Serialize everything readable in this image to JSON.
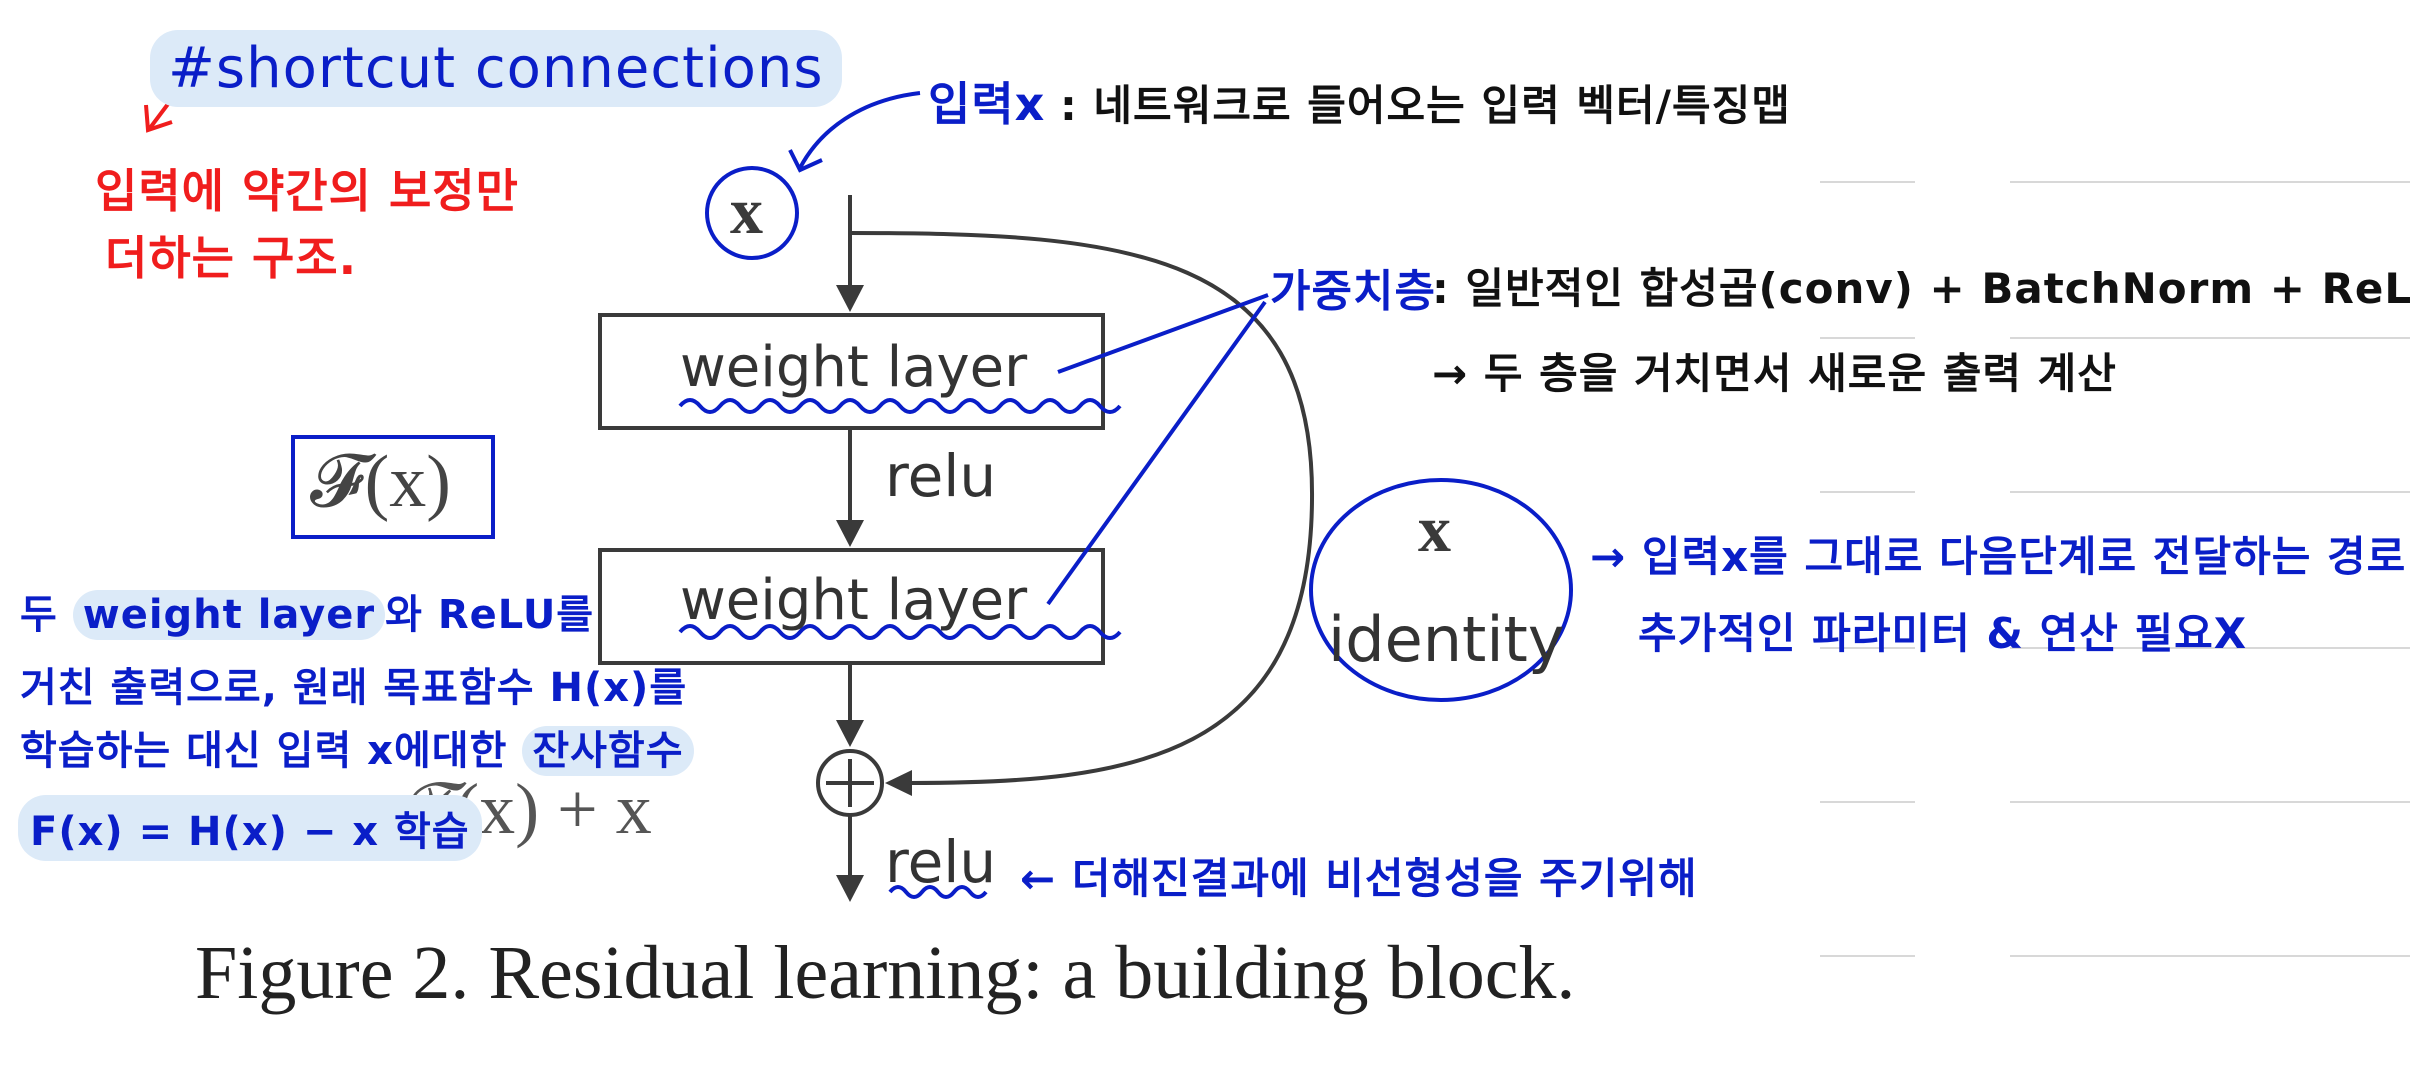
{
  "colors": {
    "annotation_blue": "#0a1ec8",
    "annotation_red": "#f01d1d",
    "highlight": "#dceaf8",
    "figure_gray": "#444444",
    "rule_gray": "#d8d8d8"
  },
  "figure": {
    "input_label": "x",
    "layer1_label": "weight layer",
    "relu_mid_label": "relu",
    "layer2_label": "weight layer",
    "fx_label": "𝓕(x)",
    "sum_label": "𝓕(x) + x",
    "add_symbol": "+",
    "relu_out_label": "relu",
    "identity_x_label": "x",
    "identity_label": "identity",
    "caption": "Figure 2. Residual learning: a building block."
  },
  "notes": {
    "shortcut_heading": "#shortcut connections",
    "shortcut_desc_line1": "입력에 약간의 보정만",
    "shortcut_desc_line2": "더하는 구조.",
    "input_title": "입력x",
    "input_desc": ": 네트워크로 들어오는 입력 벡터/특징맵",
    "weight_title": "가중치층",
    "weight_desc_line1": ": 일반적인 합성곱(conv) + BatchNorm + ReLU",
    "weight_desc_line2": "→ 두 층을 거치면서 새로운 출력 계산",
    "residual_line1_a": "두",
    "residual_line1_hl": "weight layer",
    "residual_line1_b": "와 ReLU를",
    "residual_line2": "거친 출력으로, 원래 목표함수 H(x)를",
    "residual_line3_a": "학습하는 대신 입력 x에대한",
    "residual_line3_hl": "잔사함수",
    "residual_line4": "F(x) = H(x) − x 학습",
    "identity_line1": "→ 입력x를 그대로 다음단계로 전달하는 경로",
    "identity_line2": "추가적인 파라미터 & 연산 필요X",
    "relu_note": "← 더해진결과에 비선형성을 주기위해"
  }
}
